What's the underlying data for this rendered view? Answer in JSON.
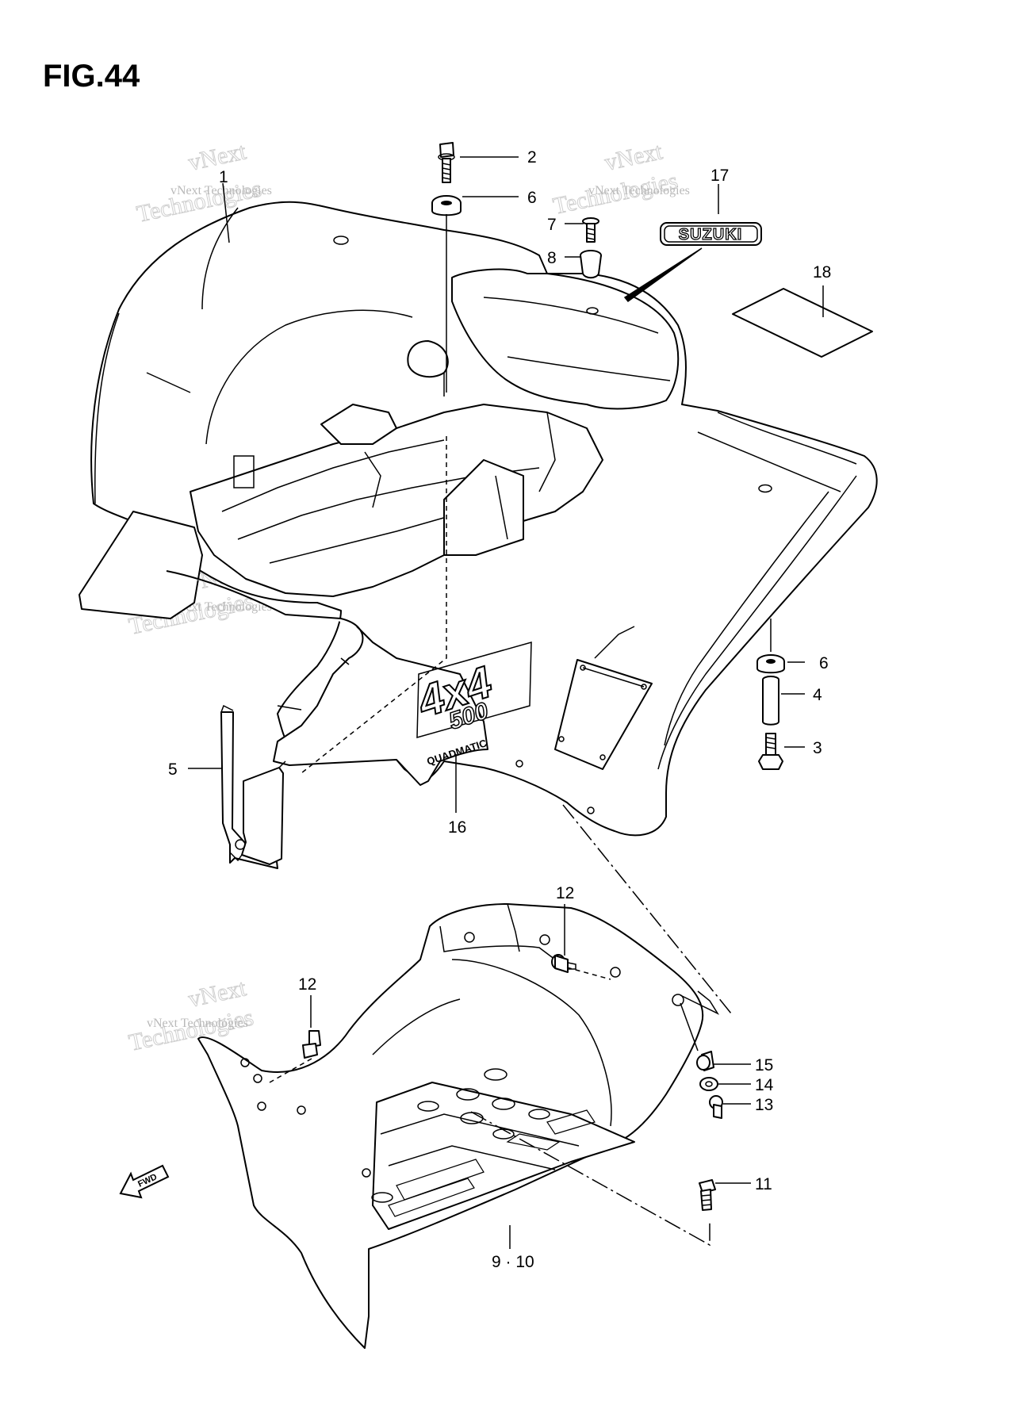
{
  "figure": {
    "title": "FIG.44"
  },
  "decal": {
    "brand": "SUZUKI",
    "badge_main": "4x4",
    "badge_sub": "500",
    "badge_small": "QUADMATIC"
  },
  "fwd_arrow": {
    "label": "FWD"
  },
  "callouts": [
    {
      "id": "c1",
      "label": "1"
    },
    {
      "id": "c2",
      "label": "2"
    },
    {
      "id": "c3",
      "label": "3"
    },
    {
      "id": "c4",
      "label": "4"
    },
    {
      "id": "c5",
      "label": "5"
    },
    {
      "id": "c6a",
      "label": "6"
    },
    {
      "id": "c6b",
      "label": "6"
    },
    {
      "id": "c7",
      "label": "7"
    },
    {
      "id": "c8",
      "label": "8"
    },
    {
      "id": "c9",
      "label": "9 · 10"
    },
    {
      "id": "c11",
      "label": "11"
    },
    {
      "id": "c12a",
      "label": "12"
    },
    {
      "id": "c12b",
      "label": "12"
    },
    {
      "id": "c13",
      "label": "13"
    },
    {
      "id": "c14",
      "label": "14"
    },
    {
      "id": "c15",
      "label": "15"
    },
    {
      "id": "c16",
      "label": "16"
    },
    {
      "id": "c17",
      "label": "17"
    },
    {
      "id": "c18",
      "label": "18"
    }
  ],
  "watermark": {
    "line1": "vNext Technologies",
    "line2": "Technologies",
    "line3": "vNext"
  }
}
